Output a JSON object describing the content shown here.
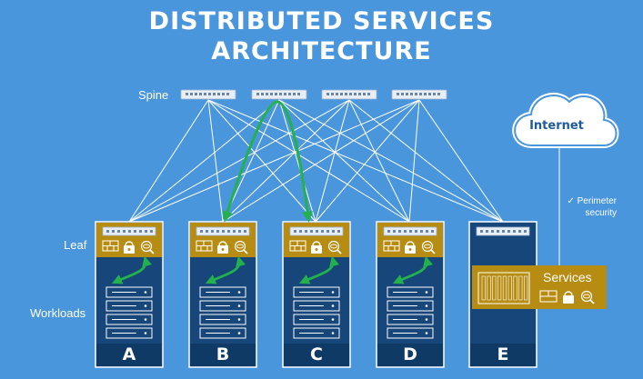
{
  "title": {
    "line1": "DISTRIBUTED SERVICES",
    "line2": "ARCHITECTURE"
  },
  "labels": {
    "spine": "Spine",
    "leaf": "Leaf",
    "workloads": "Workloads"
  },
  "racks": [
    {
      "letter": "A",
      "has_security": true
    },
    {
      "letter": "B",
      "has_security": true
    },
    {
      "letter": "C",
      "has_security": true
    },
    {
      "letter": "D",
      "has_security": true
    },
    {
      "letter": "E",
      "has_security": false
    }
  ],
  "cloud": {
    "label": "Internet"
  },
  "perimeter": {
    "check": "✓",
    "line1": "Perimeter",
    "line2": "security"
  },
  "services": {
    "label": "Services"
  },
  "colors": {
    "background": "#4a96dd",
    "rack": "#17467a",
    "leaf_box": "#b78c12",
    "arrow": "#22b14c",
    "link": "#ffffff"
  },
  "icons": [
    "switch-icon",
    "firewall-icon",
    "lock-icon",
    "eye-search-icon",
    "server-icon",
    "cloud-icon",
    "check-icon"
  ]
}
